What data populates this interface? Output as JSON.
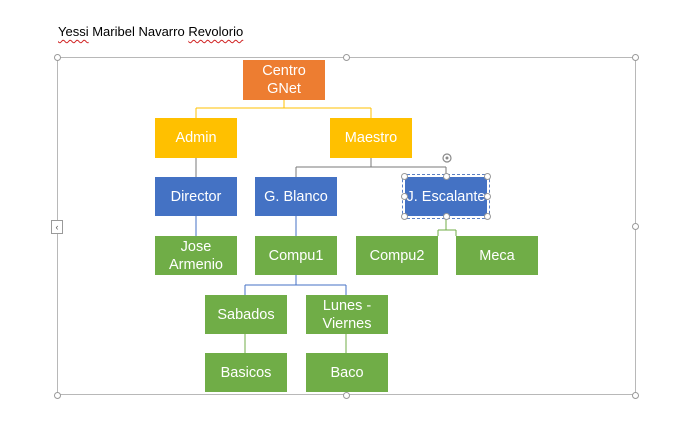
{
  "document": {
    "author_first": "Yessi",
    "author_rest": " Maribel Navarro ",
    "author_last": "Revolorio"
  },
  "smartart": {
    "expand_glyph": "‹",
    "nodes": {
      "root": "Centro\nGNet",
      "admin": "Admin",
      "maestro": "Maestro",
      "director": "Director",
      "g_blanco": "G. Blanco",
      "j_escalante": "J. Escalante",
      "jose": "Jose\nArmenio",
      "compu1": "Compu1",
      "compu2": "Compu2",
      "meca": "Meca",
      "sabados": "Sabados",
      "lunes": "Lunes -\nViernes",
      "basicos": "Basicos",
      "baco": "Baco"
    },
    "colors": {
      "level1": "#ed7d31",
      "level2": "#ffc000",
      "level3": "#4472c4",
      "level4": "#70ad47"
    }
  }
}
